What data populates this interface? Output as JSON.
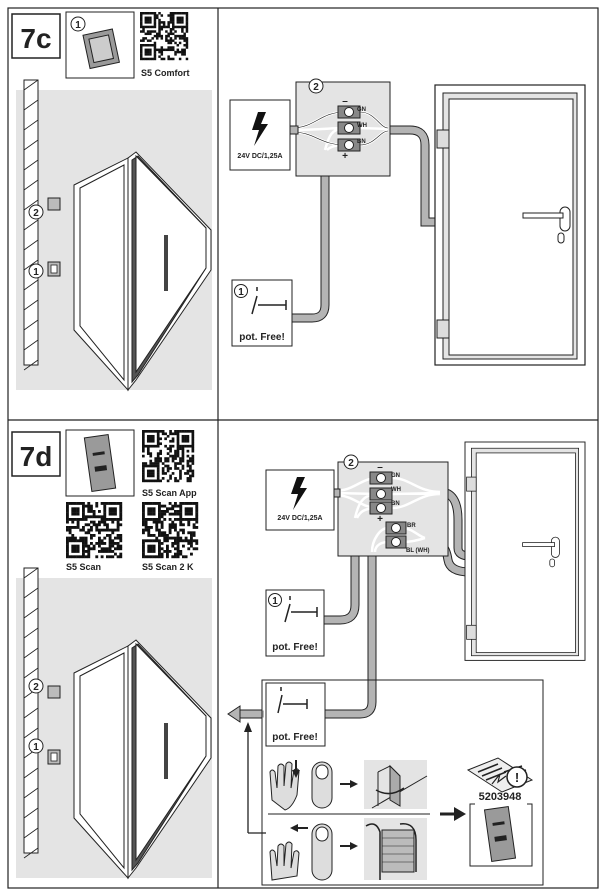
{
  "sections": [
    {
      "step": "7c",
      "device_callout": "1",
      "qr_codes": [
        {
          "label": "S5 Comfort"
        }
      ],
      "wall_callouts": [
        "2",
        "1"
      ],
      "junction_callout": "2",
      "power_label": "24V DC/1,25A",
      "terminals": [
        {
          "polarity": "–",
          "wire": "GN"
        },
        {
          "polarity": "",
          "wire": "WH"
        },
        {
          "polarity": "+",
          "wire": "BN"
        }
      ],
      "switch_callout": "1",
      "switch_label": "pot. Free!"
    },
    {
      "step": "7d",
      "qr_codes": [
        {
          "label": "S5 Scan App"
        },
        {
          "label": "S5 Scan"
        },
        {
          "label": "S5 Scan 2 K"
        }
      ],
      "wall_callouts": [
        "2",
        "1"
      ],
      "junction_callout": "2",
      "power_label": "24V DC/1,25A",
      "terminals": [
        {
          "polarity": "–",
          "wire": "GN"
        },
        {
          "polarity": "",
          "wire": "WH"
        },
        {
          "polarity": "+",
          "wire": "BN"
        }
      ],
      "extra_terminals": [
        {
          "wire": "BR"
        },
        {
          "wire": "BL (WH)"
        }
      ],
      "switch_callout": "1",
      "switch_label": "pot. Free!",
      "relay_switch_label": "pot. Free!",
      "manual_number": "5203948"
    }
  ],
  "colors": {
    "panel_gray": "#e4e4e4",
    "cable_gray": "#b4b4b4",
    "line": "#222222"
  }
}
